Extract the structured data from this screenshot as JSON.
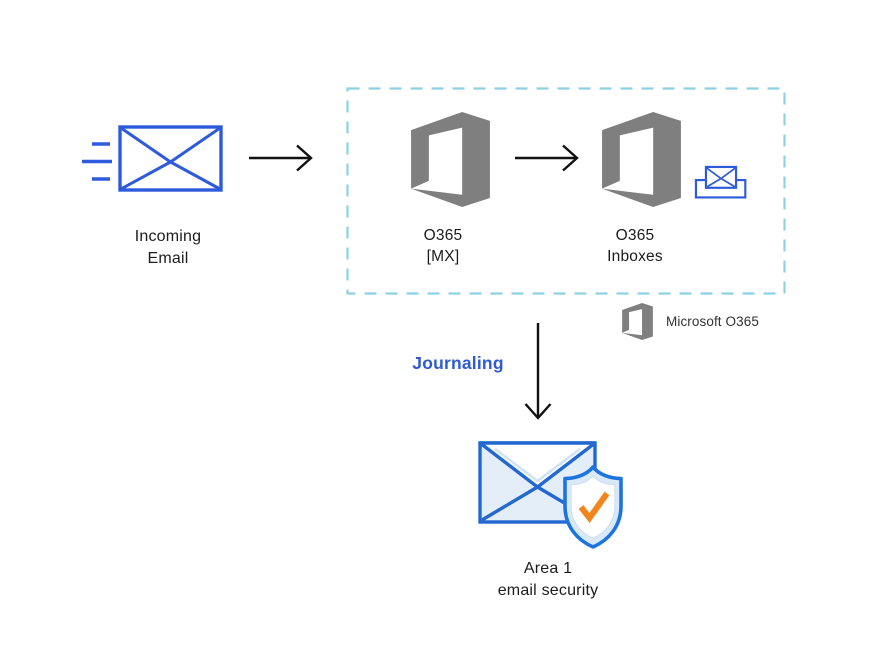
{
  "nodes": {
    "incoming_email": {
      "line1": "Incoming",
      "line2": "Email"
    },
    "o365_mx": {
      "line1": "O365",
      "line2": "[MX]"
    },
    "o365_inboxes": {
      "line1": "O365",
      "line2": "Inboxes"
    },
    "area1": {
      "line1": "Area 1",
      "line2": "email security"
    }
  },
  "labels": {
    "journaling": "Journaling",
    "legend": "Microsoft O365"
  },
  "icons": {
    "incoming_envelope": "envelope-outline-icon",
    "speed_lines": "motion-lines-icon",
    "o365_mx_logo": "office-365-logo-icon",
    "o365_inboxes_logo": "office-365-logo-icon",
    "legend_logo": "office-365-logo-icon",
    "inbox_tray": "inbox-envelope-icon",
    "area1_icon": "envelope-shield-check-icon",
    "arrow_1": "arrow-right-icon",
    "arrow_2": "arrow-right-icon",
    "arrow_down": "arrow-down-icon"
  },
  "colors": {
    "primary_blue": "#2e5bdc",
    "journaling_blue": "#2d5bd0",
    "dashed_border_teal": "#8dd2e3",
    "o365_gray": "#7f7f7f",
    "area1_blue": "#2268d1",
    "shield_blue": "#1d74e0",
    "light_blue_fill": "#e3eef9",
    "shield_fill": "#d9e9f8",
    "check_orange": "#f0861c",
    "text_black": "#1c1c1c",
    "arrow_black": "#111111",
    "background": "#ffffff"
  }
}
